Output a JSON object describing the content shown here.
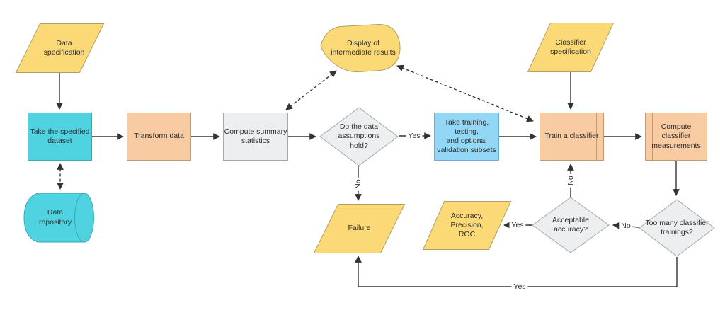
{
  "colors": {
    "yellow_fill": "#FBD977",
    "yellow_stroke": "#AFA065",
    "teal_fill": "#4FD3E0",
    "teal_stroke": "#3BA7B5",
    "peach_fill": "#F9CBA2",
    "peach_stroke": "#C09A72",
    "blue_fill": "#92D7F5",
    "blue_stroke": "#6FABD3",
    "gray_fill": "#ECEEEF",
    "gray_stroke": "#A4A8AB"
  },
  "nodes": {
    "data_specification": {
      "label": "Data\nspecification",
      "shape": "parallelogram",
      "color": "yellow"
    },
    "take_dataset": {
      "label": "Take the specified\ndataset",
      "shape": "process",
      "color": "teal"
    },
    "data_repository": {
      "label": "Data\nrepository",
      "shape": "cylinder",
      "color": "teal"
    },
    "transform_data": {
      "label": "Transform data",
      "shape": "process",
      "color": "peach"
    },
    "compute_summary": {
      "label": "Compute summary\nstatistics",
      "shape": "process",
      "color": "gray"
    },
    "assumptions_hold": {
      "label": "Do the data\nassumptions\nhold?",
      "shape": "decision",
      "color": "gray"
    },
    "display_intermediate": {
      "label": "Display of\nintermediate results",
      "shape": "display",
      "color": "yellow"
    },
    "take_subsets": {
      "label": "Take training, testing,\nand optional\nvalidation subsets",
      "shape": "process",
      "color": "blue"
    },
    "train_classifier": {
      "label": "Train a classifier",
      "shape": "predefined-process",
      "color": "peach"
    },
    "classifier_specification": {
      "label": "Classifier\nspecification",
      "shape": "parallelogram",
      "color": "yellow"
    },
    "compute_measurements": {
      "label": "Compute\nclassifier\nmeasurements",
      "shape": "predefined-process",
      "color": "peach"
    },
    "too_many_trainings": {
      "label": "Too many classifier\ntrainings?",
      "shape": "decision",
      "color": "gray"
    },
    "acceptable_accuracy": {
      "label": "Acceptable\naccuracy?",
      "shape": "decision",
      "color": "gray"
    },
    "accuracy_outputs": {
      "label": "Accuracy,\nPrecision,\nROC",
      "shape": "parallelogram",
      "color": "yellow"
    },
    "failure": {
      "label": "Failure",
      "shape": "parallelogram",
      "color": "yellow"
    }
  },
  "edge_labels": {
    "assumptions_yes": "Yes",
    "assumptions_no": "No",
    "acceptable_to_train_no": "No",
    "acceptable_yes": "Yes",
    "too_many_no": "No",
    "too_many_yes": "Yes"
  }
}
